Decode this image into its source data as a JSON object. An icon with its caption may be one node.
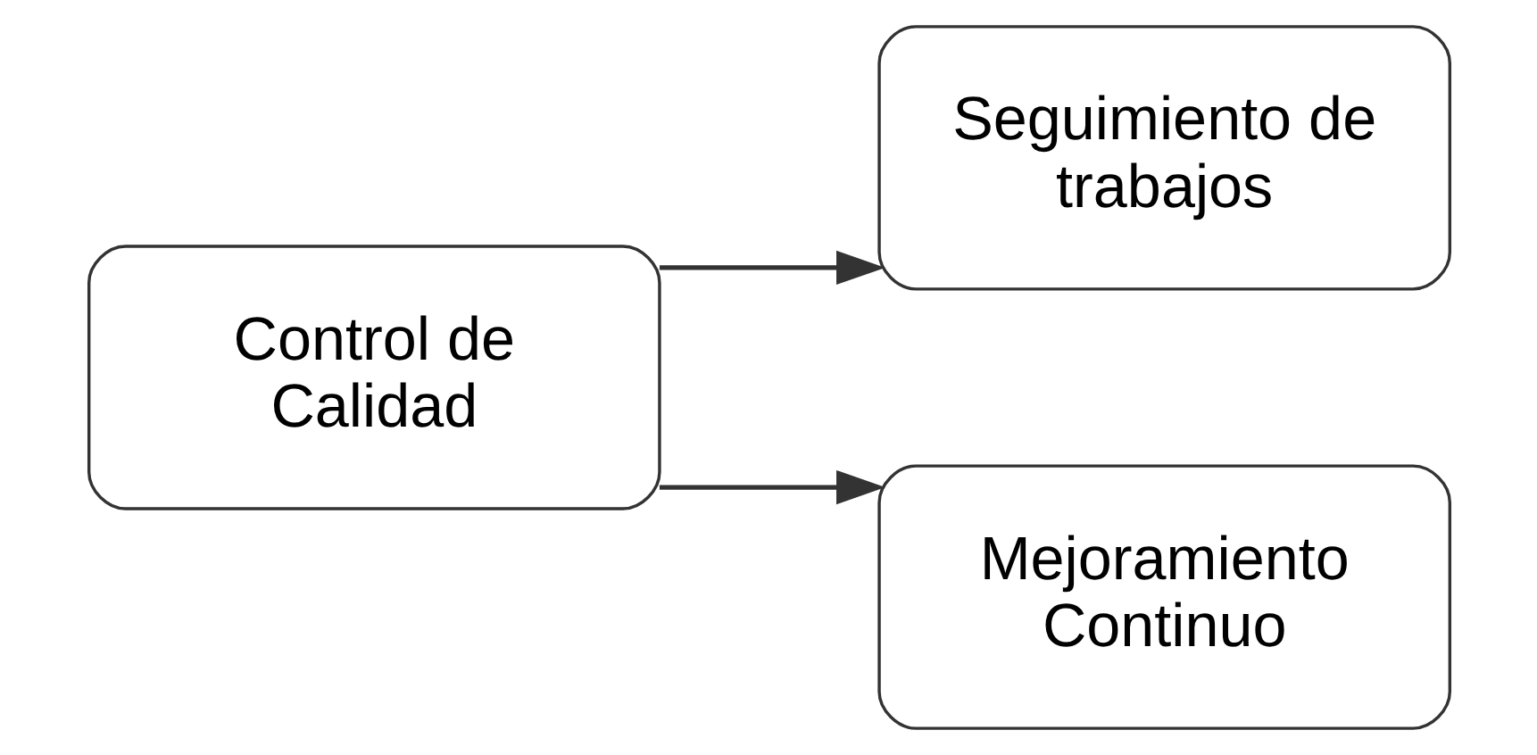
{
  "diagram": {
    "nodes": [
      {
        "text": [
          "Control de Calidad"
        ]
      },
      {
        "text": [
          "Seguimiento de trabajos"
        ]
      },
      {
        "text": [
          "Mejoramiento Continuo"
        ]
      }
    ],
    "edges": [
      {
        "from": 0,
        "to": 1,
        "arrow": "to"
      },
      {
        "from": 0,
        "to": 2,
        "arrow": "to"
      }
    ]
  }
}
